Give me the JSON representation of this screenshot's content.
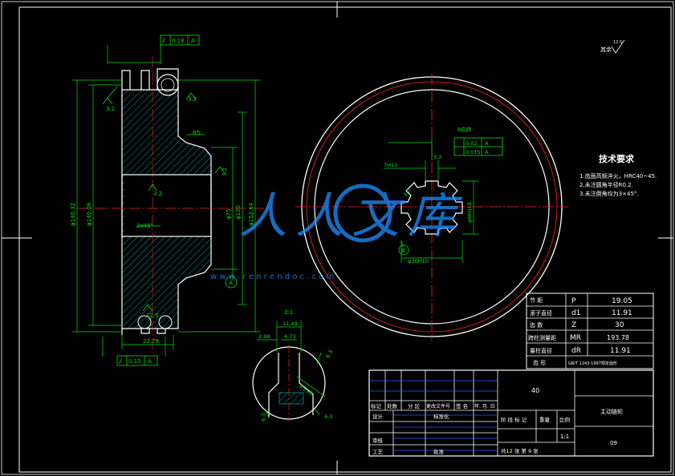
{
  "colors": {
    "background": "#000000",
    "outline": "#ffffff",
    "dimension": "#00e000",
    "center_line": "#ff2020",
    "hatch": "#00e0e0",
    "table_text": "#e0e000",
    "watermark": "#1e90ff"
  },
  "side_view": {
    "tol_top": {
      "symbol": "⫽",
      "value": "0.18",
      "datum": "A"
    },
    "tol_bottom": {
      "symbol": "⫽",
      "value": "0.15",
      "datum": "A"
    },
    "rough_1": "3.2",
    "rough_2": "3.2",
    "rough_3": "3.2",
    "rough_4": "3.2",
    "rough_5": "12.5",
    "radius": "R5",
    "chamfer": "2x45°",
    "dim_outer": "φ140.32",
    "dim_pitch": "φ140.09",
    "dim_hub1": "φ75",
    "dim_hub2": "φ120",
    "dim_max": "φ152.64",
    "dim_width": "22.78",
    "datum_a": "A"
  },
  "front_view": {
    "key_label": "B向转",
    "key_tol1": {
      "value": "0.02",
      "datum": "A"
    },
    "key_tol2": {
      "value": "0.015",
      "datum": "A"
    },
    "key_width": "7H11",
    "key_rough": "3.2",
    "key_rough2": "3.2",
    "key_height": "φ46H10",
    "key_dia": "φ36H10",
    "key_label2": "B"
  },
  "detail_view": {
    "scale_label": "2:1",
    "dim1": "11.49",
    "dim2": "6.73",
    "dim3": "2.98",
    "dim4": "R5.95",
    "rough1": "6.3",
    "rough2": "6.3",
    "rough3": "6.3"
  },
  "surface_note": "其余",
  "surface_symbol": "12.5",
  "tech_title": "技术要求",
  "tech_items": [
    "1.齿面高频淬火，HRC40~45.",
    "2.未注圆角半径R0.2.",
    "3.未注倒角均为3×45°."
  ],
  "param_table": [
    {
      "label": "节  距",
      "symbol": "P",
      "value": "19.05"
    },
    {
      "label": "滚子直径",
      "symbol": "d1",
      "value": "11.91"
    },
    {
      "label": "齿  数",
      "symbol": "Z",
      "value": "30"
    },
    {
      "label": "跨柱测量距",
      "symbol": "MR",
      "value": "193.78"
    },
    {
      "label": "量柱直径",
      "symbol": "dR",
      "value": "11.91"
    },
    {
      "label": "齿  形",
      "symbol": "",
      "value": "GB/T 1243-1997规定齿形"
    }
  ],
  "title_block": {
    "material": "40",
    "part_name": "主动链轮",
    "drawing_no": "09",
    "scale": "1:1",
    "sheet_info": "共12 张  第 9 张",
    "h_biaoji": "标记",
    "h_chushu": "处数",
    "h_fenqu": "分 区",
    "h_gengai": "更改文件号",
    "h_qianming": "签 名",
    "h_date": "年. 月. 日",
    "h_sheji": "设计",
    "h_biaozhunhua": "标准化",
    "h_jieduan": "阶 段 标 记",
    "h_zhongliang": "重量",
    "h_bili": "比例",
    "h_shenhe": "审核",
    "h_gongyi": "工艺",
    "h_pizhun": "批准"
  },
  "watermark": {
    "chars": "人人文库",
    "url": "w w w . r e n r e n d o c . c o m"
  }
}
